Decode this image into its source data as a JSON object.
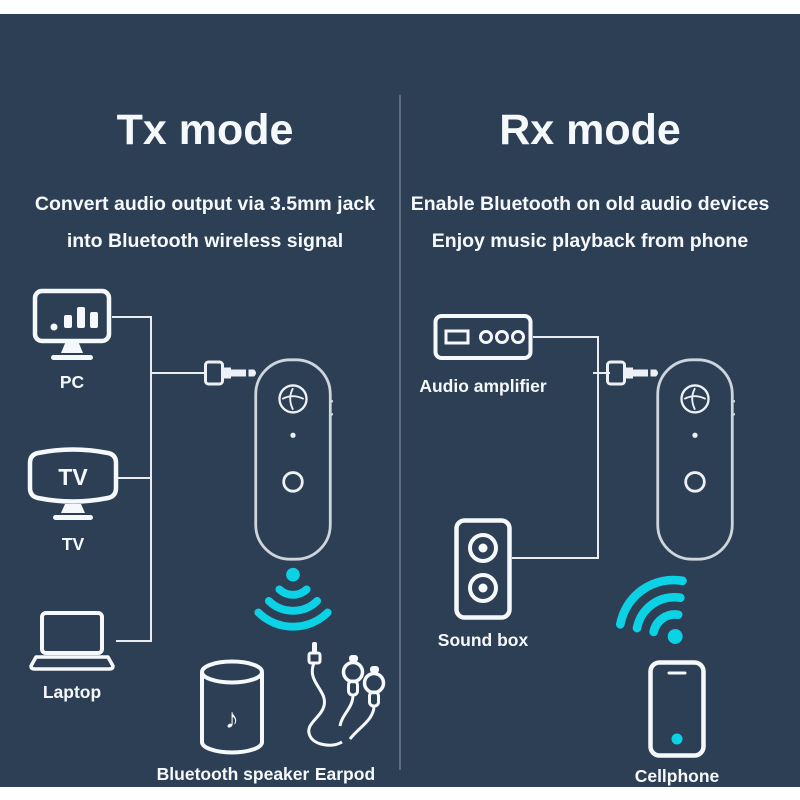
{
  "colors": {
    "background": "#2d3f55",
    "accent": "#0cd2e6",
    "text": "#f6f9fb",
    "connector_line": "#e9edf1",
    "divider": "#5d6d82",
    "border_strips": "#ffffff"
  },
  "tx": {
    "title": "Tx mode",
    "subtitle_line1": "Convert audio output via 3.5mm jack",
    "subtitle_line2": "into Bluetooth wireless signal",
    "tv_screen_text": "TV",
    "sources": [
      {
        "label": "PC",
        "icon": "pc-monitor-icon"
      },
      {
        "label": "TV",
        "icon": "tv-icon"
      },
      {
        "label": "Laptop",
        "icon": "laptop-icon"
      }
    ],
    "receivers": [
      {
        "label": "Bluetooth speaker",
        "icon": "bluetooth-speaker-icon"
      },
      {
        "label": "Earpod",
        "icon": "earpod-icon"
      }
    ]
  },
  "rx": {
    "title": "Rx mode",
    "subtitle_line1": "Enable Bluetooth on old audio devices",
    "subtitle_line2": "Enjoy music playback from phone",
    "sources": [
      {
        "label": "Audio amplifier",
        "icon": "audio-amplifier-icon"
      },
      {
        "label": "Sound box",
        "icon": "sound-box-icon"
      }
    ],
    "receivers": [
      {
        "label": "Cellphone",
        "icon": "cellphone-icon"
      }
    ]
  },
  "icons": {
    "music_note_glyph": "♪",
    "device": "bluetooth-3.5mm-adapter-icon",
    "plug": "aux-plug-icon",
    "signal": "wireless-signal-icon"
  }
}
